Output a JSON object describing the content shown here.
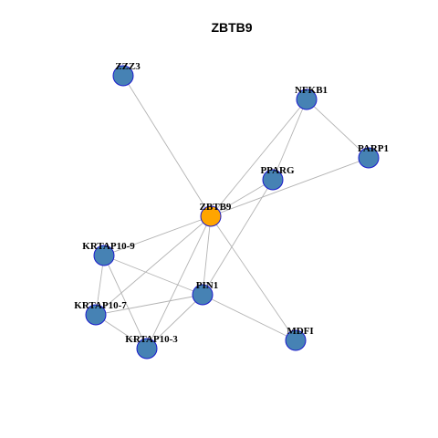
{
  "title": "ZBTB9",
  "colors": {
    "hub": "#FFA500",
    "node": "#4682B4",
    "node_border": "#1a1acc",
    "edge": "#b3b3b3"
  },
  "nodes": [
    {
      "id": "ZZZ3",
      "label": "ZZZ3",
      "hub": false
    },
    {
      "id": "NFKB1",
      "label": "NFKB1",
      "hub": false
    },
    {
      "id": "PARP1",
      "label": "PARP1",
      "hub": false
    },
    {
      "id": "PPARG",
      "label": "PPARG",
      "hub": false
    },
    {
      "id": "ZBTB9",
      "label": "ZBTB9",
      "hub": true
    },
    {
      "id": "KRTAP10-9",
      "label": "KRTAP10-9",
      "hub": false
    },
    {
      "id": "PIN1",
      "label": "PIN1",
      "hub": false
    },
    {
      "id": "KRTAP10-7",
      "label": "KRTAP10-7",
      "hub": false
    },
    {
      "id": "MDFI",
      "label": "MDFI",
      "hub": false
    },
    {
      "id": "KRTAP10-3",
      "label": "KRTAP10-3",
      "hub": false
    }
  ],
  "edges": [
    [
      "ZZZ3",
      "ZBTB9"
    ],
    [
      "NFKB1",
      "ZBTB9"
    ],
    [
      "NFKB1",
      "PARP1"
    ],
    [
      "NFKB1",
      "PPARG"
    ],
    [
      "PARP1",
      "ZBTB9"
    ],
    [
      "PPARG",
      "ZBTB9"
    ],
    [
      "PPARG",
      "PIN1"
    ],
    [
      "ZBTB9",
      "KRTAP10-9"
    ],
    [
      "ZBTB9",
      "PIN1"
    ],
    [
      "ZBTB9",
      "KRTAP10-7"
    ],
    [
      "ZBTB9",
      "KRTAP10-3"
    ],
    [
      "ZBTB9",
      "MDFI"
    ],
    [
      "KRTAP10-9",
      "PIN1"
    ],
    [
      "KRTAP10-9",
      "KRTAP10-7"
    ],
    [
      "KRTAP10-9",
      "KRTAP10-3"
    ],
    [
      "KRTAP10-7",
      "PIN1"
    ],
    [
      "KRTAP10-7",
      "KRTAP10-3"
    ],
    [
      "PIN1",
      "KRTAP10-3"
    ],
    [
      "PIN1",
      "MDFI"
    ]
  ]
}
